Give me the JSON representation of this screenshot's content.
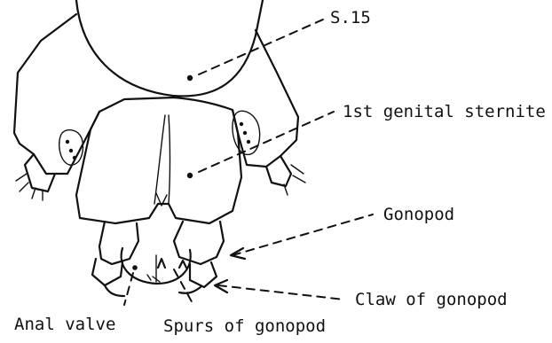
{
  "labels": {
    "s15": "S.15",
    "genital_sternite": "1st genital sternite",
    "gonopod": "Gonopod",
    "claw": "Claw of gonopod",
    "anal_valve": "Anal valve",
    "spurs": "Spurs of gonopod"
  }
}
